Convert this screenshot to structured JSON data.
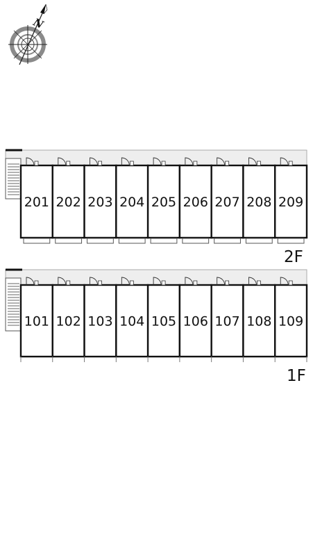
{
  "compass": {
    "north_label": "N",
    "icon": "compass-rose-icon"
  },
  "floors": [
    {
      "label": "2F",
      "units": [
        "201",
        "202",
        "203",
        "204",
        "205",
        "206",
        "207",
        "208",
        "209"
      ]
    },
    {
      "label": "1F",
      "units": [
        "101",
        "102",
        "103",
        "104",
        "105",
        "106",
        "107",
        "108",
        "109"
      ]
    }
  ],
  "colors": {
    "walls": "#111111",
    "corridor": "#eeeeee",
    "corridor_edge": "#aaaaaa",
    "compass_ring": "#8a8a8a"
  }
}
